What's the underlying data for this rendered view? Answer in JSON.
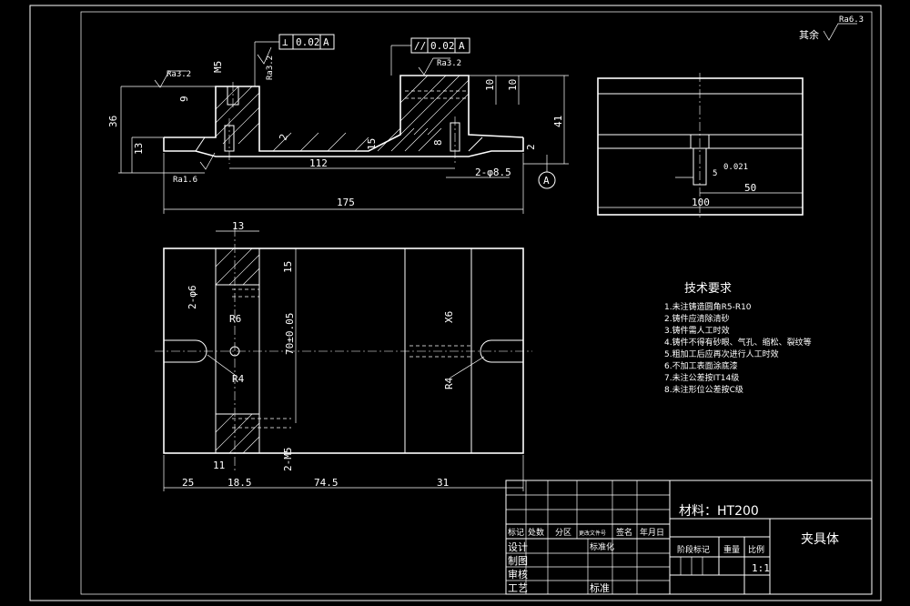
{
  "roughness": {
    "other_label": "其余",
    "ra_main": "Ra6.3",
    "ra_fine": "Ra3.2",
    "ra_fine2": "Ra3.2",
    "ra_bottom": "Ra1.6",
    "ra_side": "Ra3.2"
  },
  "tolerances": {
    "perp_symbol": "⊥",
    "perp_value": "0.02",
    "perp_datum": "A",
    "par_symbol": "//",
    "par_value": "0.02",
    "par_datum": "A",
    "datum_label": "A"
  },
  "front_view": {
    "dims": {
      "m5": "M5",
      "d9": "9",
      "d36": "36",
      "d13": "13",
      "d2": "2",
      "d15": "15",
      "d112": "112",
      "d2phi": "2-φ8.5",
      "d175": "175",
      "d41": "41",
      "d2r": "2",
      "d10a": "10",
      "d10b": "10",
      "d8": "8"
    }
  },
  "side_view": {
    "dims": {
      "phi": "5",
      "fit": "0.021",
      "d50": "50",
      "d100": "100"
    }
  },
  "top_view": {
    "dims": {
      "d13": "13",
      "d15": "15",
      "d2x6": "2-φ6",
      "r6": "R6",
      "r4a": "R4",
      "d70": "70±0.05",
      "x6": "X6",
      "r4b": "R4",
      "d2m": "2-M5",
      "d11": "11",
      "d25": "25",
      "d18": "18.5",
      "d74": "74.5",
      "d31": "31"
    }
  },
  "tech_req": {
    "title": "技术要求",
    "items": [
      "1.未注铸造圆角R5-R10",
      "2.铸件应清除清砂",
      "3.铸件需人工时效",
      "4.铸件不得有砂眼、气孔、缩松、裂纹等",
      "5.粗加工后应再次进行人工时效",
      "6.不加工表面涂底漆",
      "7.未注公差按IT14级",
      "8.未注形位公差按C级"
    ]
  },
  "title_block": {
    "material": "材料：HT200",
    "part_name": "夹具体",
    "headers": [
      "标记",
      "处数",
      "分区",
      "更改文件号",
      "签名",
      "年月日"
    ],
    "roles": [
      "设计",
      "制图",
      "审核",
      "工艺"
    ],
    "std": "标准化",
    "approve": "标准",
    "stage": "阶段标记",
    "weight": "重量",
    "scale_label": "比例",
    "scale": "1:1"
  }
}
